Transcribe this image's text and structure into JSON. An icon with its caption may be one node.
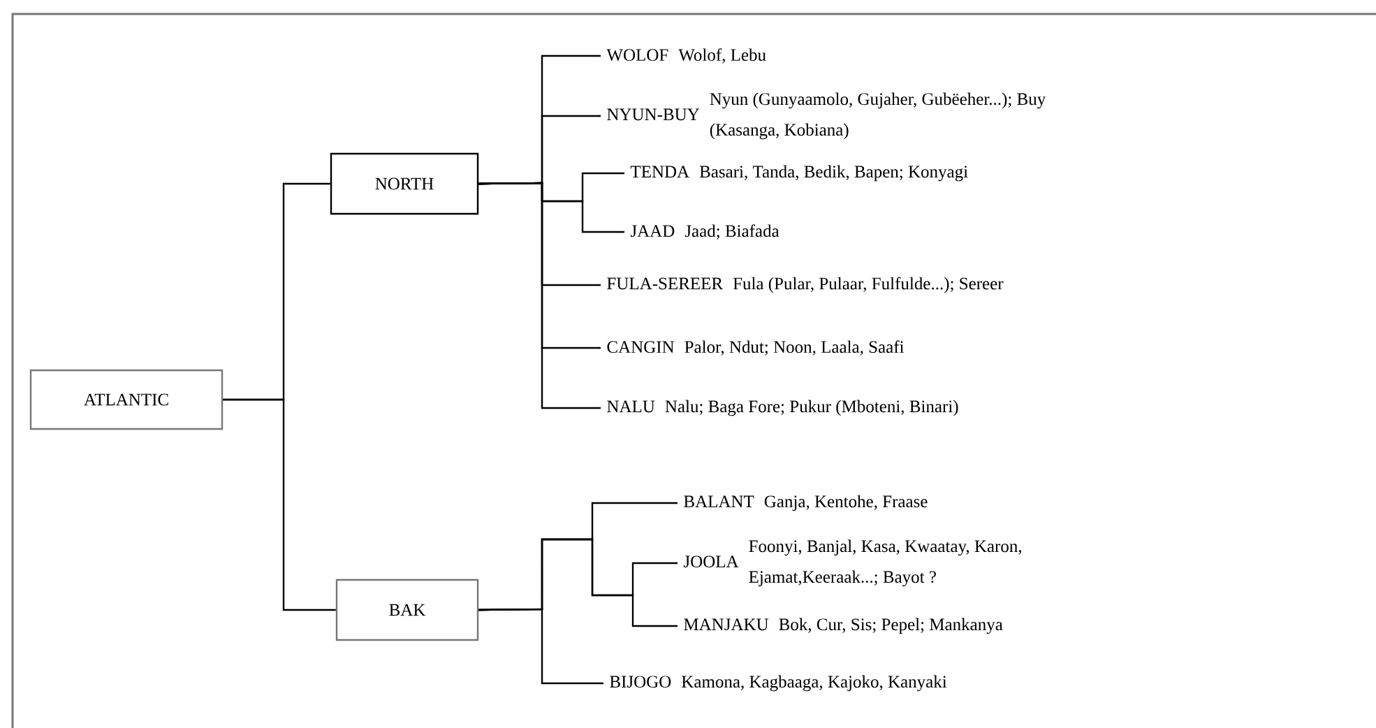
{
  "diagram": {
    "nodes": [
      {
        "text": [
          "ATLANTIC"
        ]
      },
      {
        "text": [
          "NORTH"
        ]
      },
      {
        "text": [
          "WOLOF",
          "Wolof, Lebu"
        ]
      },
      {
        "text": [
          "NYUN-BUY",
          "Nyun (Gunyaamolo, Gujaher, Gubëeher...); Buy (Kasanga, Kobiana)"
        ]
      },
      {
        "text": [
          "TENDA",
          "Basari, Tanda, Bedik, Bapen; Konyagi"
        ]
      },
      {
        "text": [
          "JAAD",
          "Jaad; Biafada"
        ]
      },
      {
        "text": [
          "FULA-SEREER",
          "Fula (Pular, Pulaar, Fulfulde...); Sereer"
        ]
      },
      {
        "text": [
          "CANGIN",
          "Palor, Ndut; Noon, Laala, Saafi"
        ]
      },
      {
        "text": [
          "NALU",
          "Nalu; Baga Fore; Pukur (Mboteni, Binari)"
        ]
      },
      {
        "text": [
          "BAK"
        ]
      },
      {
        "text": [
          "BALANT",
          "Ganja, Kentohe, Fraase"
        ]
      },
      {
        "text": [
          "JOOLA",
          "Foonyi, Banjal, Kasa, Kwaatay, Karon, Ejamat,Keeraak...; Bayot ?"
        ]
      },
      {
        "text": [
          "MANJAKU",
          "Bok, Cur, Sis; Pepel; Mankanya"
        ]
      },
      {
        "text": [
          "BIJOGO",
          "Kamona, Kagbaaga, Kajoko, Kanyaki"
        ]
      }
    ],
    "edges": [
      {
        "from": 0,
        "to": 1,
        "arrow": "none"
      },
      {
        "from": 0,
        "to": 9,
        "arrow": "none"
      },
      {
        "from": 1,
        "to": 2,
        "arrow": "none"
      },
      {
        "from": 1,
        "to": 3,
        "arrow": "none"
      },
      {
        "from": 1,
        "to": 4,
        "arrow": "none"
      },
      {
        "from": 1,
        "to": 5,
        "arrow": "none"
      },
      {
        "from": 1,
        "to": 6,
        "arrow": "none"
      },
      {
        "from": 1,
        "to": 7,
        "arrow": "none"
      },
      {
        "from": 1,
        "to": 8,
        "arrow": "none"
      },
      {
        "from": 9,
        "to": 10,
        "arrow": "none"
      },
      {
        "from": 9,
        "to": 11,
        "arrow": "none"
      },
      {
        "from": 9,
        "to": 12,
        "arrow": "none"
      },
      {
        "from": 9,
        "to": 13,
        "arrow": "none"
      }
    ]
  }
}
